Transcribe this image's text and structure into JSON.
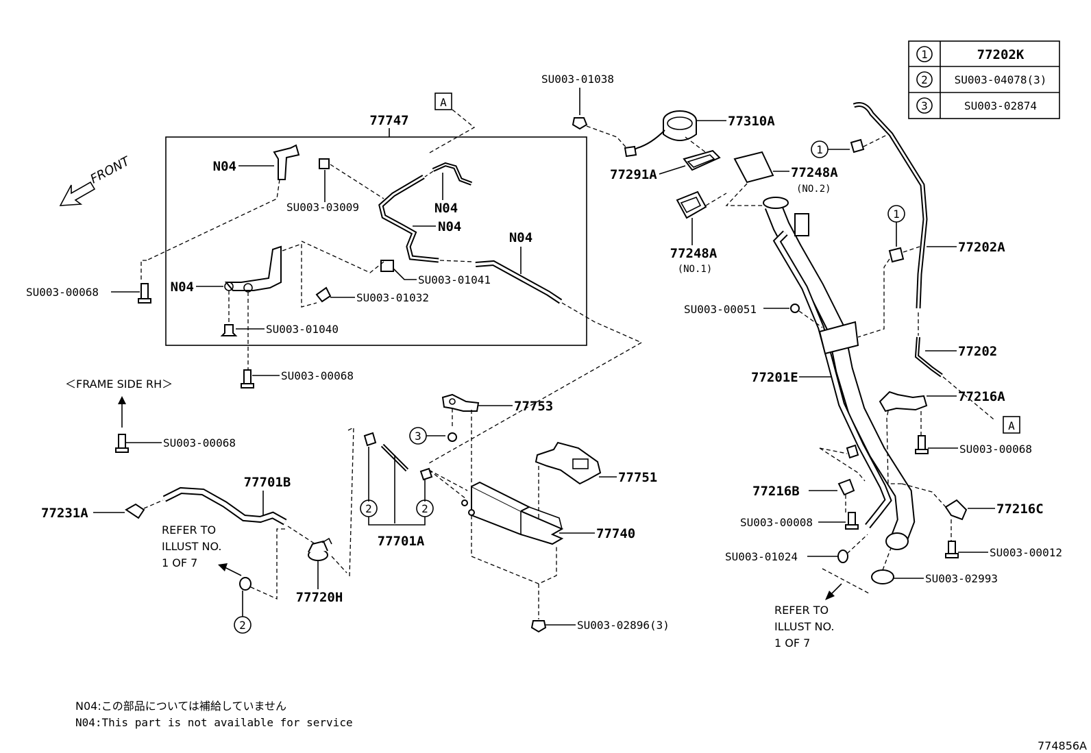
{
  "legend": {
    "rows": [
      {
        "symbol": "①",
        "value": "77202K"
      },
      {
        "symbol": "②",
        "value": "SU003-04078(3)"
      },
      {
        "symbol": "③",
        "value": "SU003-02874"
      }
    ]
  },
  "callouts": {
    "su003_01038": "SU003-01038",
    "part_77747": "77747",
    "box_a_top": "A",
    "box_a_right": "A",
    "part_77310a": "77310A",
    "part_77291a": "77291A",
    "part_77248a_top": "77248A",
    "no2": "(NO.2)",
    "part_77248a_bottom": "77248A",
    "no1": "(NO.1)",
    "n04_a": "N04",
    "su003_03009": "SU003-03009",
    "n04_b": "N04",
    "n04_c": "N04",
    "n04_d": "N04",
    "su003_01041": "SU003-01041",
    "n04_e": "N04",
    "su003_01032": "SU003-01032",
    "su003_00068_a": "SU003-00068",
    "su003_01040": "SU003-01040",
    "su003_00068_b": "SU003-00068",
    "frame_side": "＜FRAME SIDE RH＞",
    "su003_00068_c": "SU003-00068",
    "front": "FRONT",
    "part_77753": "77753",
    "part_77751": "77751",
    "part_77740": "77740",
    "su003_02896": "SU003-02896(3)",
    "part_77701a": "77701A",
    "part_77701b": "77701B",
    "part_77231a": "77231A",
    "part_77720h": "77720H",
    "refer_left_1": "REFER TO",
    "refer_left_2": "ILLUST NO.",
    "refer_left_3": "1 OF 7",
    "part_77202a": "77202A",
    "part_77202": "77202",
    "part_77216a": "77216A",
    "su003_00068_d": "SU003-00068",
    "su003_00051": "SU003-00051",
    "part_77201e": "77201E",
    "part_77216b": "77216B",
    "su003_00008": "SU003-00008",
    "part_77216c": "77216C",
    "su003_01024": "SU003-01024",
    "su003_00012": "SU003-00012",
    "su003_02993": "SU003-02993",
    "refer_right_1": "REFER TO",
    "refer_right_2": "ILLUST NO.",
    "refer_right_3": "1 OF 7",
    "circle_1_a": "1",
    "circle_1_b": "1",
    "circle_2_a": "2",
    "circle_2_b": "2",
    "circle_2_c": "2",
    "circle_3": "3"
  },
  "notes": {
    "jp": "N04:この部品については補給していません",
    "en": "N04:This part is not available for service"
  },
  "figure_id": "774856A"
}
